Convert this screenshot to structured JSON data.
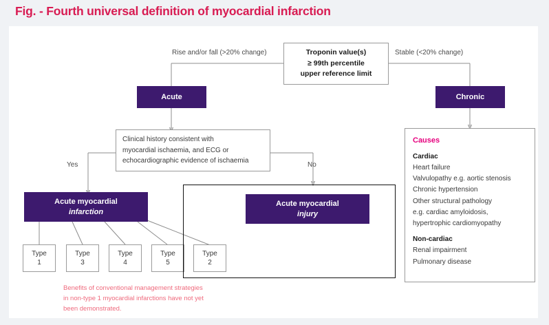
{
  "title": "Fig. - Fourth universal definition of myocardial infarction",
  "colors": {
    "title_pink": "#d81b52",
    "accent_pink": "#e6007e",
    "purple": "#3d1a6e",
    "footnote_pink": "#ef6a7d",
    "page_bg": "#f0f2f5",
    "card_bg": "#ffffff"
  },
  "flow": {
    "troponin": {
      "line1": "Troponin value(s)",
      "line2": "≥ 99th percentile",
      "line3": "upper reference limit"
    },
    "left_branch_label": "Rise and/or fall (>20% change)",
    "right_branch_label": "Stable (<20% change)",
    "acute_label": "Acute",
    "chronic_label": "Chronic",
    "clinical": {
      "line1": "Clinical history consistent with",
      "line2": "myocardial ischaemia, and ECG or",
      "line3": "echocardiographic evidence of ischaemia"
    },
    "yes_label": "Yes",
    "no_label": "No",
    "infarction": {
      "line1": "Acute myocardial",
      "line2": "infarction"
    },
    "injury": {
      "line1": "Acute myocardial",
      "line2": "injury"
    },
    "types_infarction": [
      {
        "word": "Type",
        "num": "1"
      },
      {
        "word": "Type",
        "num": "3"
      },
      {
        "word": "Type",
        "num": "4"
      },
      {
        "word": "Type",
        "num": "5"
      }
    ],
    "type_injury": {
      "word": "Type",
      "num": "2"
    }
  },
  "causes": {
    "heading": "Causes",
    "cardiac_heading": "Cardiac",
    "cardiac_items": [
      "Heart failure",
      "Valvulopathy e.g. aortic stenosis",
      "Chronic hypertension",
      "Other structural pathology",
      "e.g. cardiac amyloidosis,",
      "hypertrophic cardiomyopathy"
    ],
    "noncardiac_heading": "Non-cardiac",
    "noncardiac_items": [
      "Renal impairment",
      "Pulmonary disease"
    ]
  },
  "footnote": "Benefits of conventional management strategies\nin non-type 1 myocardial infarctions have not yet\nbeen demonstrated."
}
